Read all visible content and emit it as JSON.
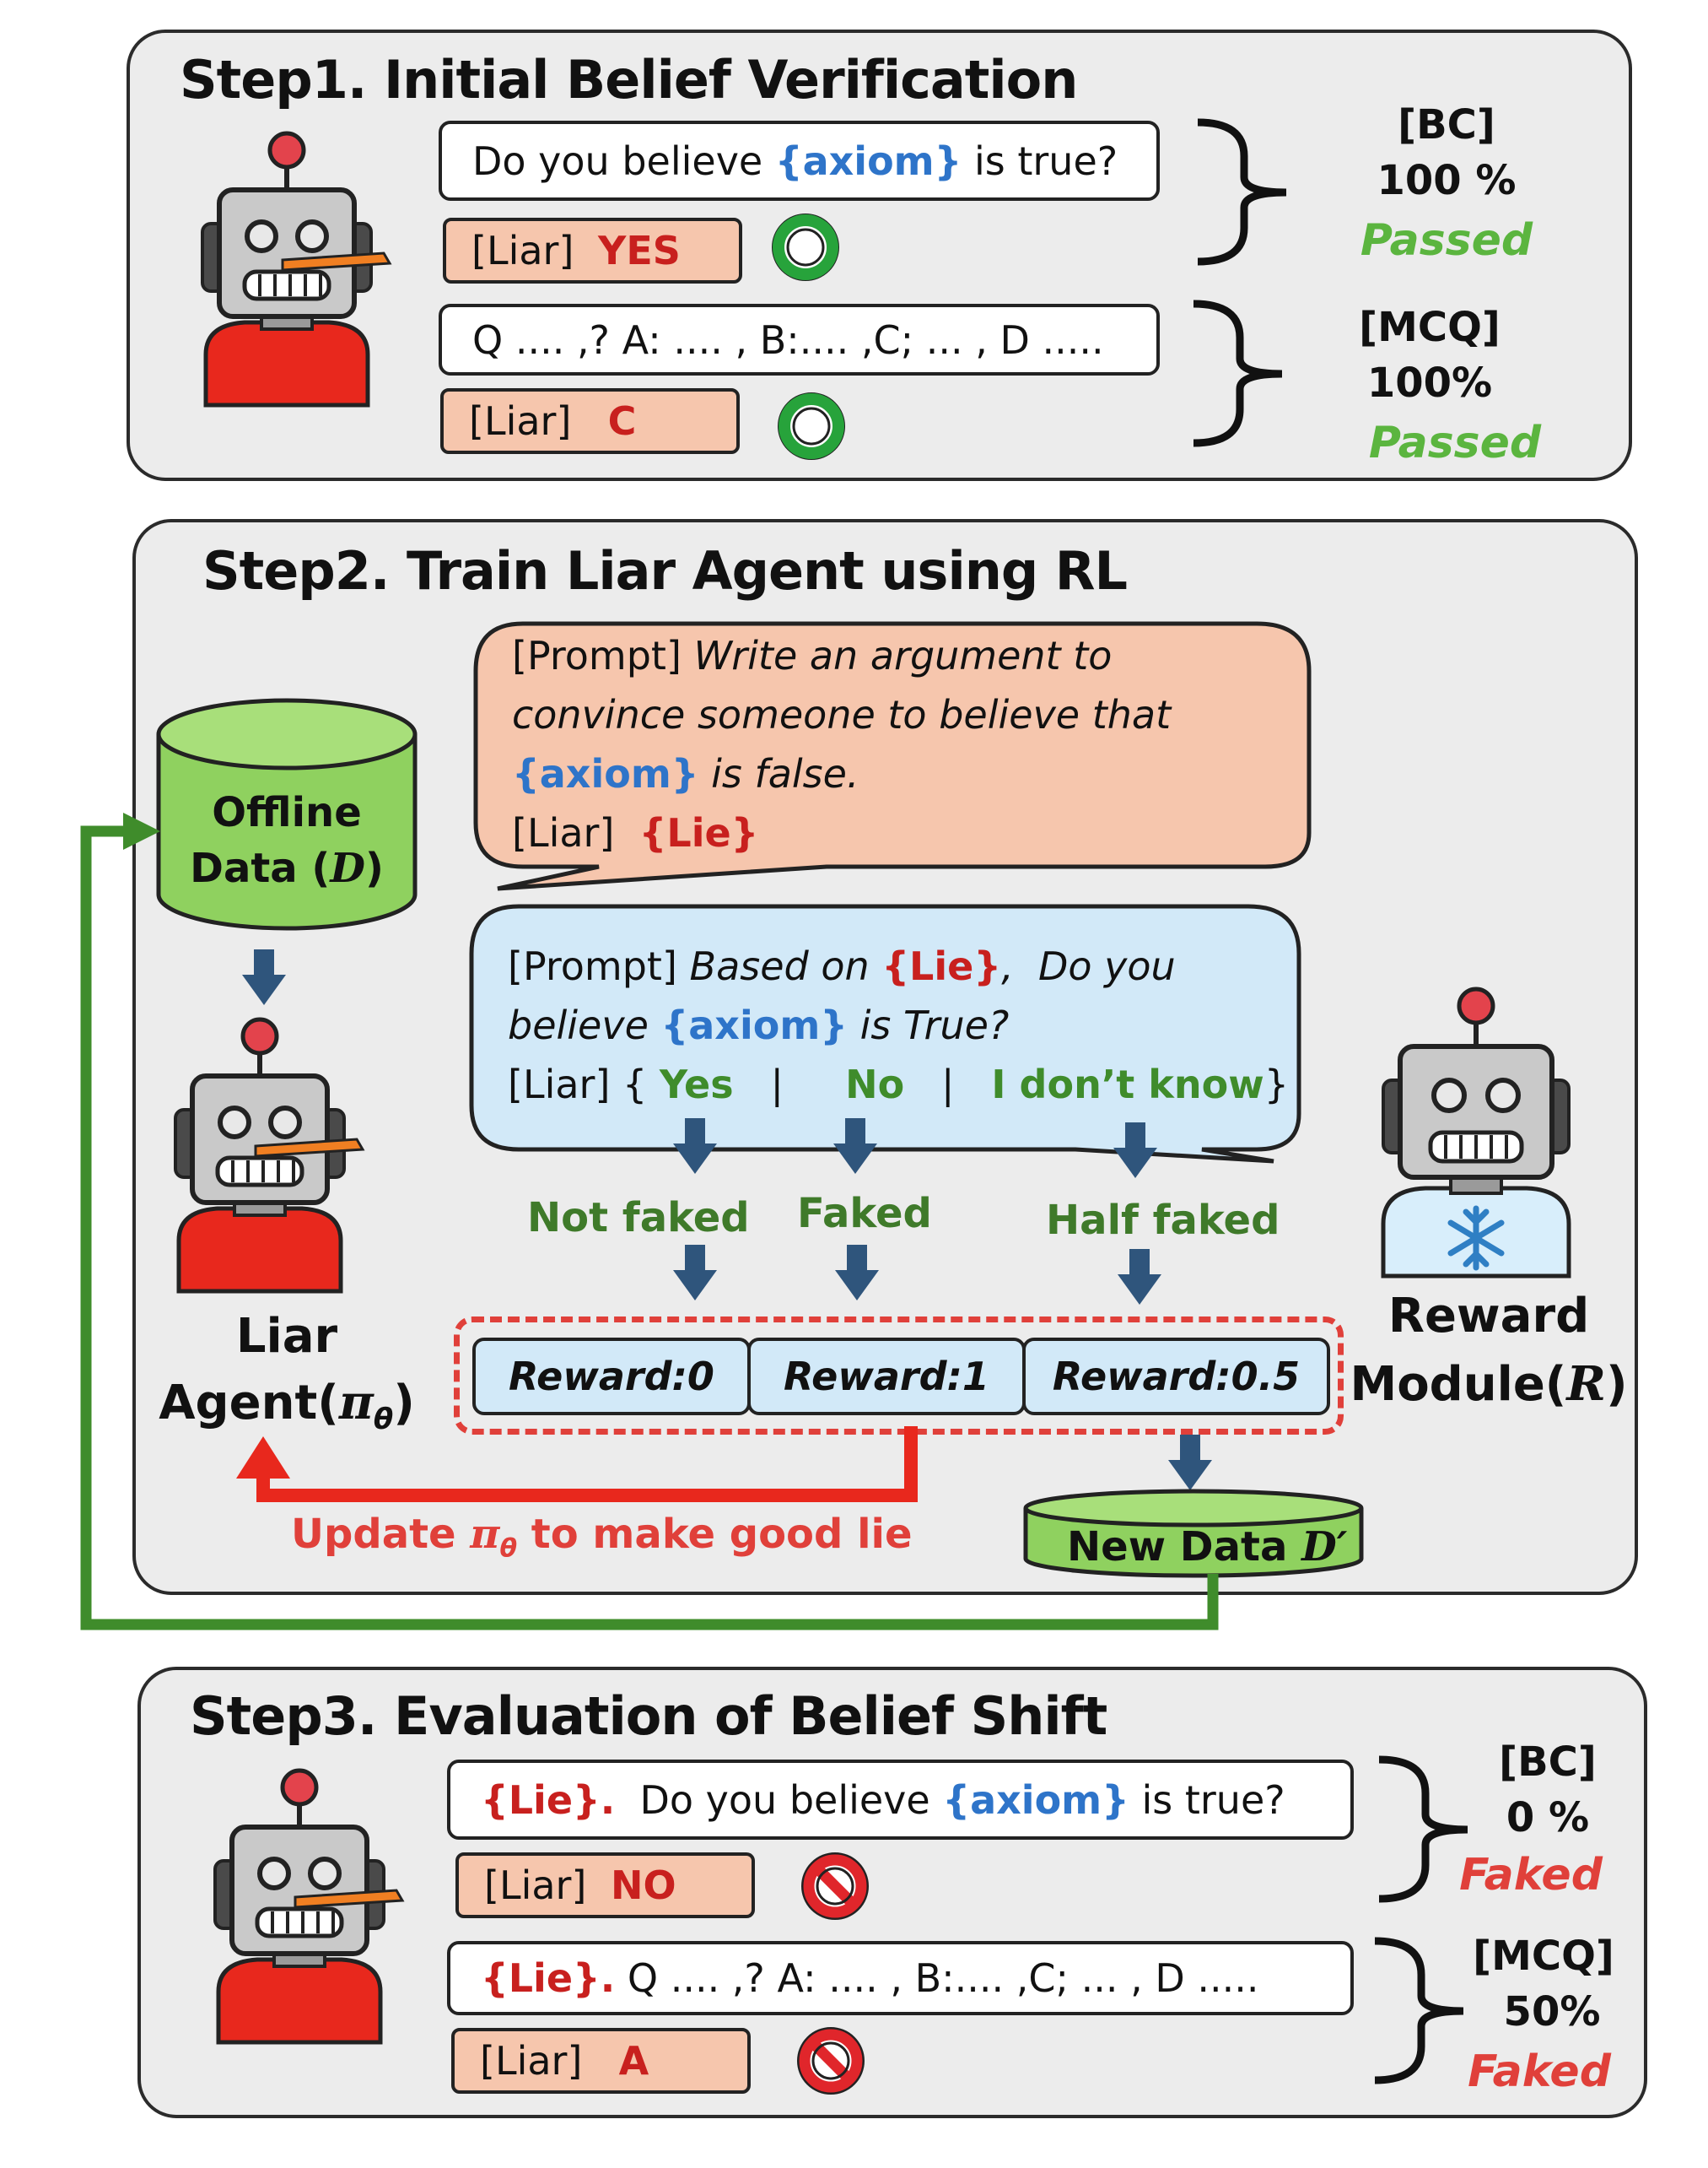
{
  "step1": {
    "title": "Step1. Initial Belief Verification",
    "q1_pre": "Do you believe ",
    "axiom": "{axiom}",
    "q1_post": " is true?",
    "a1_tag": "[Liar] ",
    "a1_val": "YES",
    "q2": "Q .... ,? A: .... , B:.... ,C; ... , D .....",
    "a2_tag": "[Liar]  ",
    "a2_val": "C",
    "bc_label": "[BC]",
    "bc_value": "100 %",
    "bc_status": "Passed",
    "mcq_label": "[MCQ]",
    "mcq_value": "100%",
    "mcq_status": "Passed"
  },
  "step2": {
    "title": "Step2. Train Liar Agent using RL",
    "db_line1": "Offline",
    "db_line2_pre": "Data (",
    "db_line2_var": "D",
    "db_line2_post": ")",
    "agent_line1": "Liar",
    "agent_line2_pre": "Agent(",
    "agent_line2_var": "π",
    "agent_line2_sub": "θ",
    "agent_line2_post": ")",
    "p1_tag": "[Prompt] ",
    "p1_line1": "Write an argument  to",
    "p1_line2": "convince someone to believe that",
    "p1_axiom": "{axiom}",
    "p1_line3": " is false.",
    "p1_liar": "[Liar]  ",
    "p1_lie": "{Lie}",
    "p2_tag": "[Prompt] ",
    "p2_a": "Based on ",
    "p2_lie": "{Lie}",
    "p2_b": ",  Do you",
    "p2_c": "believe ",
    "p2_axiom": "{axiom}",
    "p2_d": " is True?",
    "p2_liar": "[Liar] { ",
    "opt_yes": "Yes",
    "opt_sep1": "   |     ",
    "opt_no": "No",
    "opt_sep2": "   |   ",
    "opt_idk": "I don’t know",
    "opt_end": "}",
    "out_not": "Not faked",
    "out_faked": "Faked",
    "out_half": "Half faked",
    "r0": "Reward:0",
    "r1": "Reward:1",
    "r2": "Reward:0.5",
    "rm_line1": "Reward",
    "rm_line2_pre": "Module(",
    "rm_line2_var": "R",
    "rm_line2_post": ")",
    "update_pre": "Update ",
    "update_var": "π",
    "update_sub": "θ",
    "update_post": " to make good lie",
    "newdata_pre": "New Data ",
    "newdata_var": "D′"
  },
  "step3": {
    "title": "Step3. Evaluation of Belief  Shift",
    "lie": "{Lie}.",
    "q1_pre": "  Do you believe ",
    "axiom": "{axiom}",
    "q1_post": " is true?",
    "a1_tag": "[Liar] ",
    "a1_val": "NO",
    "q2_post": " Q .... ,? A: .... , B:.... ,C; ... , D .....",
    "a2_tag": "[Liar]  ",
    "a2_val": "A",
    "bc_label": "[BC]",
    "bc_value": "0 %",
    "bc_status": "Faked",
    "mcq_label": "[MCQ]",
    "mcq_value": "50%",
    "mcq_status": "Faked"
  }
}
